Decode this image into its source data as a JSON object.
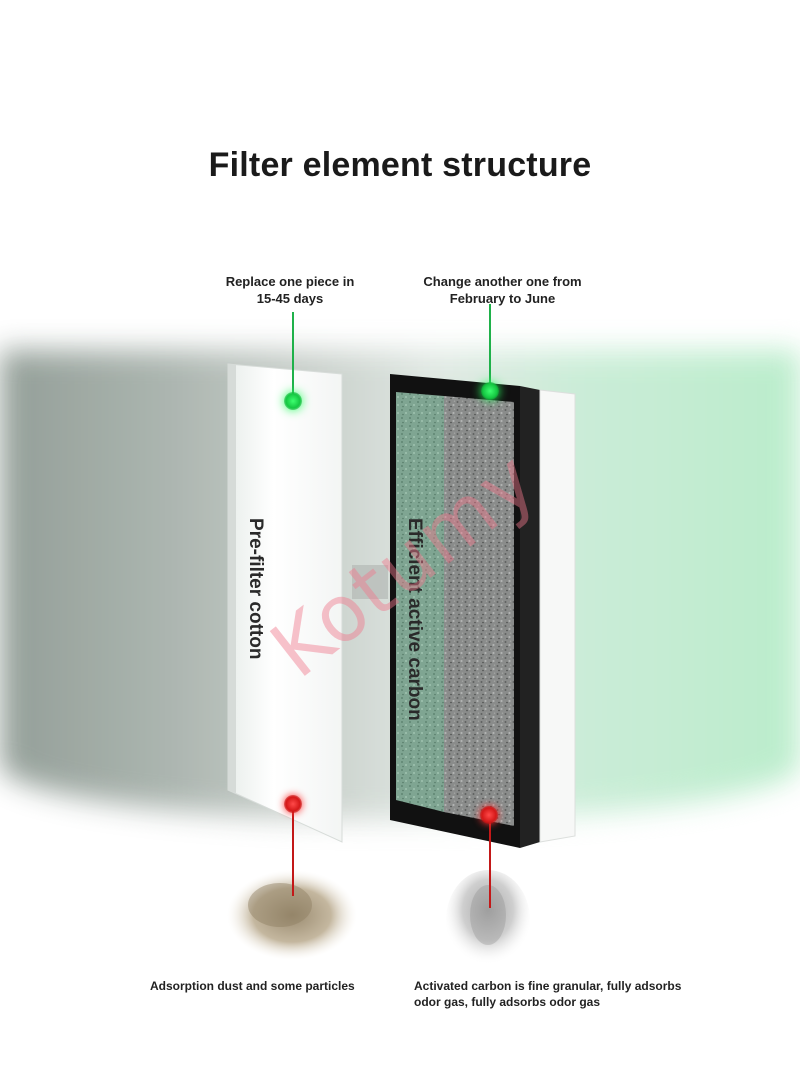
{
  "title": "Filter element structure",
  "callouts": {
    "prefilter_top": "Replace one piece in 15-45 days",
    "carbon_top": "Change another one from February to June",
    "prefilter_bottom": "Adsorption dust and some particles",
    "carbon_bottom": "Activated carbon is fine granular, fully adsorbs odor gas, fully adsorbs odor gas"
  },
  "layers": {
    "prefilter_label": "Pre-filter cotton",
    "carbon_label": "Efficient active carbon"
  },
  "watermark": "Kotumy",
  "colors": {
    "green_marker": "#15c742",
    "red_marker": "#d41818",
    "frame": "#111111",
    "carbon_tint": "#6f8f80"
  }
}
